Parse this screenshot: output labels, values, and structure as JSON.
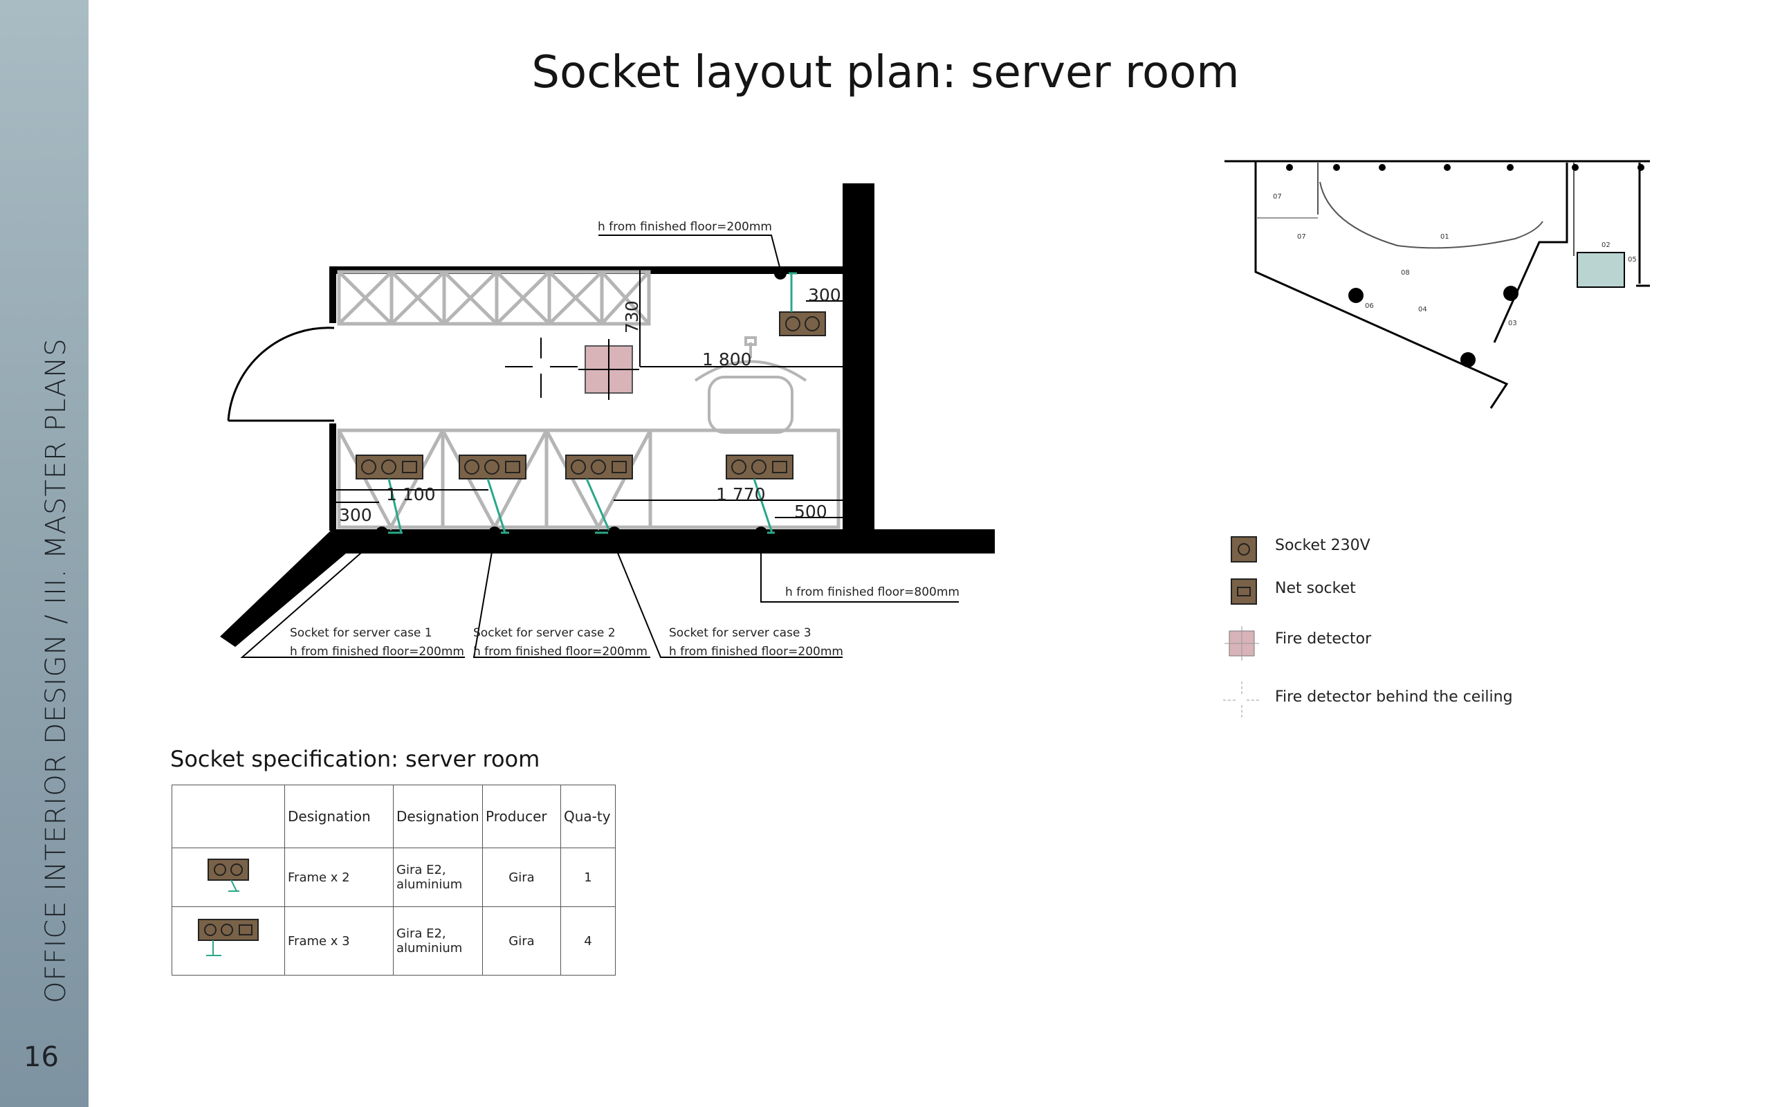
{
  "sidebar": {
    "title": "OFFICE INTERIOR DESIGN / III. MASTER PLANS",
    "page_number": "16"
  },
  "page_title": "Socket layout plan: server room",
  "plan": {
    "dimensions": {
      "d730": "730",
      "d300_top": "300",
      "d1800": "1 800",
      "d1100": "1 100",
      "d300_left": "300",
      "d1770": "1 770",
      "d500": "500"
    },
    "notes": {
      "top_height": "h from finished floor=200mm",
      "right_height": "h from finished floor=800mm",
      "case1_label": "Socket for server case 1",
      "case1_height": "h from finished floor=200mm",
      "case2_label": "Socket for server case 2",
      "case2_height": "h from finished floor=200mm",
      "case3_label": "Socket for server case 3",
      "case3_height": "h from finished floor=200mm"
    }
  },
  "overview": {
    "room_labels": [
      "07",
      "07",
      "01",
      "02",
      "05",
      "08",
      "06",
      "04",
      "03"
    ]
  },
  "legend": [
    {
      "icon": "socket-230v-icon",
      "label": "Socket 230V"
    },
    {
      "icon": "net-socket-icon",
      "label": "Net socket"
    },
    {
      "icon": "fire-detector-icon",
      "label": "Fire detector"
    },
    {
      "icon": "fire-detector-ceiling-icon",
      "label": "Fire detector behind the ceiling"
    }
  ],
  "spec": {
    "title": "Socket specification: server room",
    "headers": [
      "",
      "Designation",
      "Designation",
      "Producer",
      "Qua-ty"
    ],
    "rows": [
      {
        "icon": "frame-x2-icon",
        "designation": "Frame x 2",
        "designation2": "Gira E2, aluminium",
        "producer": "Gira",
        "qty": "1"
      },
      {
        "icon": "frame-x3-icon",
        "designation": "Frame  x 3",
        "designation2": "Gira E2, aluminium",
        "producer": "Gira",
        "qty": "4"
      }
    ]
  },
  "colors": {
    "wall": "#000000",
    "cabinet": "#b5b5b5",
    "socket": "#7a6248",
    "fire_detector": "#d8b3b8",
    "wire": "#2aa889",
    "sidebar": "#93a7b1"
  }
}
